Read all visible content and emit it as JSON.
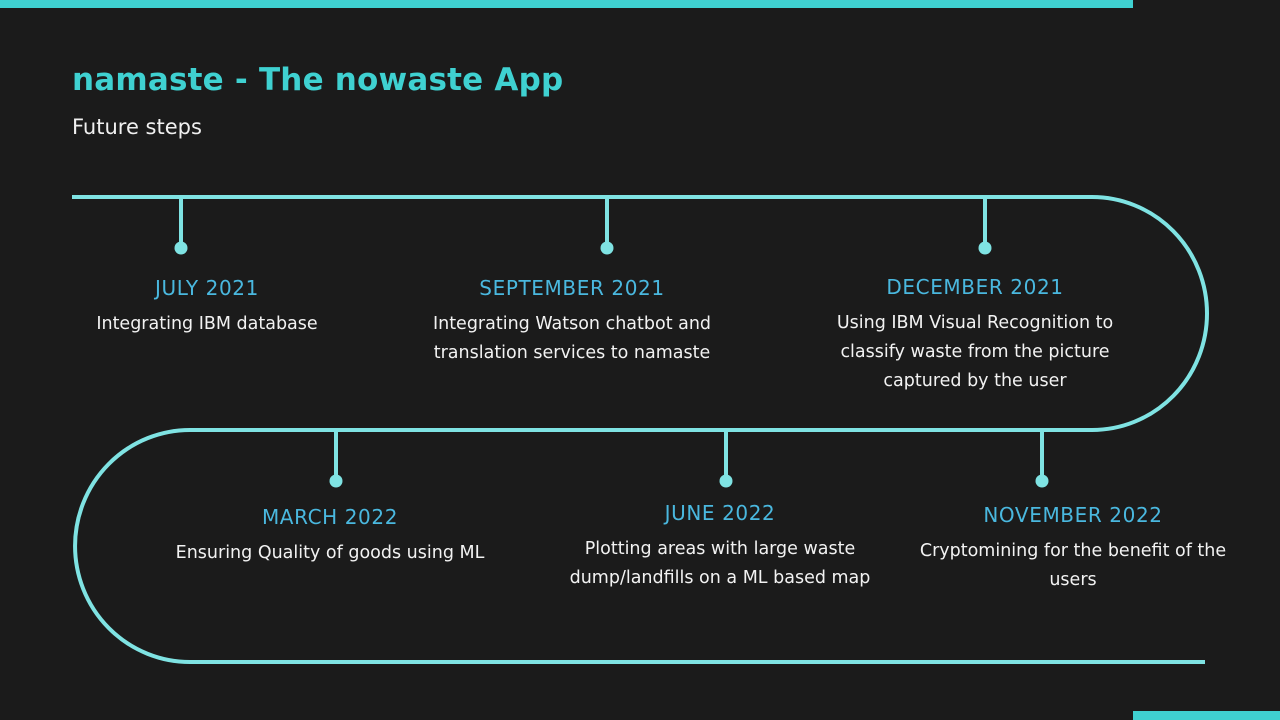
{
  "colors": {
    "background": "#1b1b1b",
    "accent": "#3fd1d1",
    "line": "#7fe3e3",
    "date": "#4ab8df",
    "text": "#f2f2f2"
  },
  "header": {
    "title": "namaste - The nowaste App",
    "subtitle": "Future steps"
  },
  "timeline": {
    "events": [
      {
        "date": "JULY 2021",
        "description": "Integrating IBM database"
      },
      {
        "date": "SEPTEMBER 2021",
        "description": "Integrating Watson chatbot and translation services to namaste"
      },
      {
        "date": "DECEMBER 2021",
        "description": "Using IBM Visual Recognition to classify waste from the picture captured by the user"
      },
      {
        "date": "MARCH 2022",
        "description": "Ensuring Quality of goods using ML"
      },
      {
        "date": "JUNE 2022",
        "description": "Plotting areas with large waste dump/landfills on a ML based map"
      },
      {
        "date": "NOVEMBER 2022",
        "description": "Cryptomining for the benefit of the users"
      }
    ]
  }
}
